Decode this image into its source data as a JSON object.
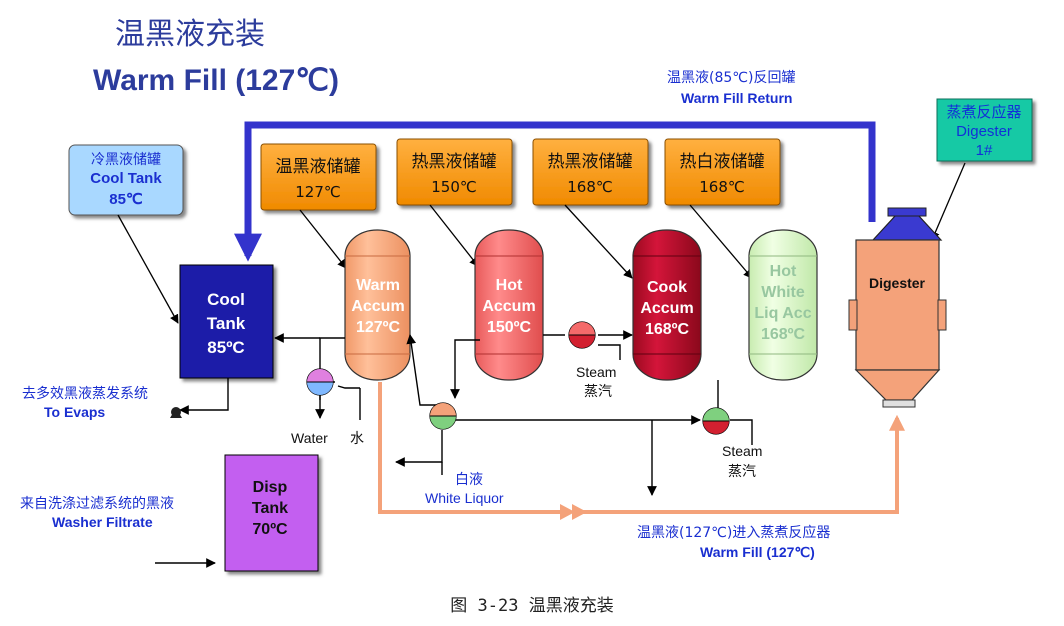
{
  "title": {
    "cn": "温黑液充装",
    "en": "Warm Fill (127℃)"
  },
  "return_line": {
    "cn": "温黑液(85℃)反回罐",
    "en": "Warm Fill Return"
  },
  "digester_label": {
    "cn": "蒸煮反应器",
    "en": "Digester",
    "num": "1#"
  },
  "callouts": {
    "cool": {
      "cn": "冷黑液储罐",
      "en": "Cool Tank",
      "temp": "85℃"
    },
    "warm": {
      "cn": "温黑液储罐",
      "temp": "127℃"
    },
    "hot": {
      "cn": "热黑液储罐",
      "temp": "150℃"
    },
    "cook": {
      "cn": "热黑液储罐",
      "temp": "168℃"
    },
    "white": {
      "cn": "热白液储罐",
      "temp": "168℃"
    }
  },
  "cool_tank": {
    "l1": "Cool",
    "l2": "Tank",
    "l3": "85ºC"
  },
  "vessels": {
    "warm": {
      "l1": "Warm",
      "l2": "Accum",
      "l3": "127ºC"
    },
    "hot": {
      "l1": "Hot",
      "l2": "Accum",
      "l3": "150ºC"
    },
    "cook": {
      "l1": "Cook",
      "l2": "Accum",
      "l3": "168ºC"
    },
    "white": {
      "l1": "Hot",
      "l2": "White",
      "l3": "Liq Acc",
      "l4": "168ºC"
    }
  },
  "digester": "Digester",
  "evaps": {
    "cn": "去多效黑液蒸发系统",
    "en": "To   Evaps"
  },
  "water": {
    "en": "Water",
    "cn": "水"
  },
  "steam1": {
    "en": "Steam",
    "cn": "蒸汽"
  },
  "steam2": {
    "en": "Steam",
    "cn": "蒸汽"
  },
  "white_liquor": {
    "cn": "白液",
    "en": "White Liquor"
  },
  "washer": {
    "cn": "来自洗涤过滤系统的黑液",
    "en": "Washer Filtrate"
  },
  "disp_tank": {
    "l1": "Disp",
    "l2": "Tank",
    "l3": "70ºC"
  },
  "warm_fill_out": {
    "cn": "温黑液(127℃)进入蒸煮反应器",
    "en": "Warm Fill   (127℃)"
  },
  "caption": "图 3-23 温黑液充装",
  "colors": {
    "title": "#2c3c9c",
    "blue_line": "#3333cc",
    "salmon_line": "#f4a27a",
    "cool_tank": "#1a1aa8",
    "warm_accum": "#f7a77c",
    "hot_accum": "#f46a6a",
    "cook_accum": "#c8102e",
    "white_accum": "#d8f5c0",
    "digester": "#f4a27a",
    "disp_tank": "#c35ff0",
    "callout_orange": "#ff9a1f",
    "callout_blue": "#a9d8ff",
    "callout_teal": "#17c9a5"
  }
}
